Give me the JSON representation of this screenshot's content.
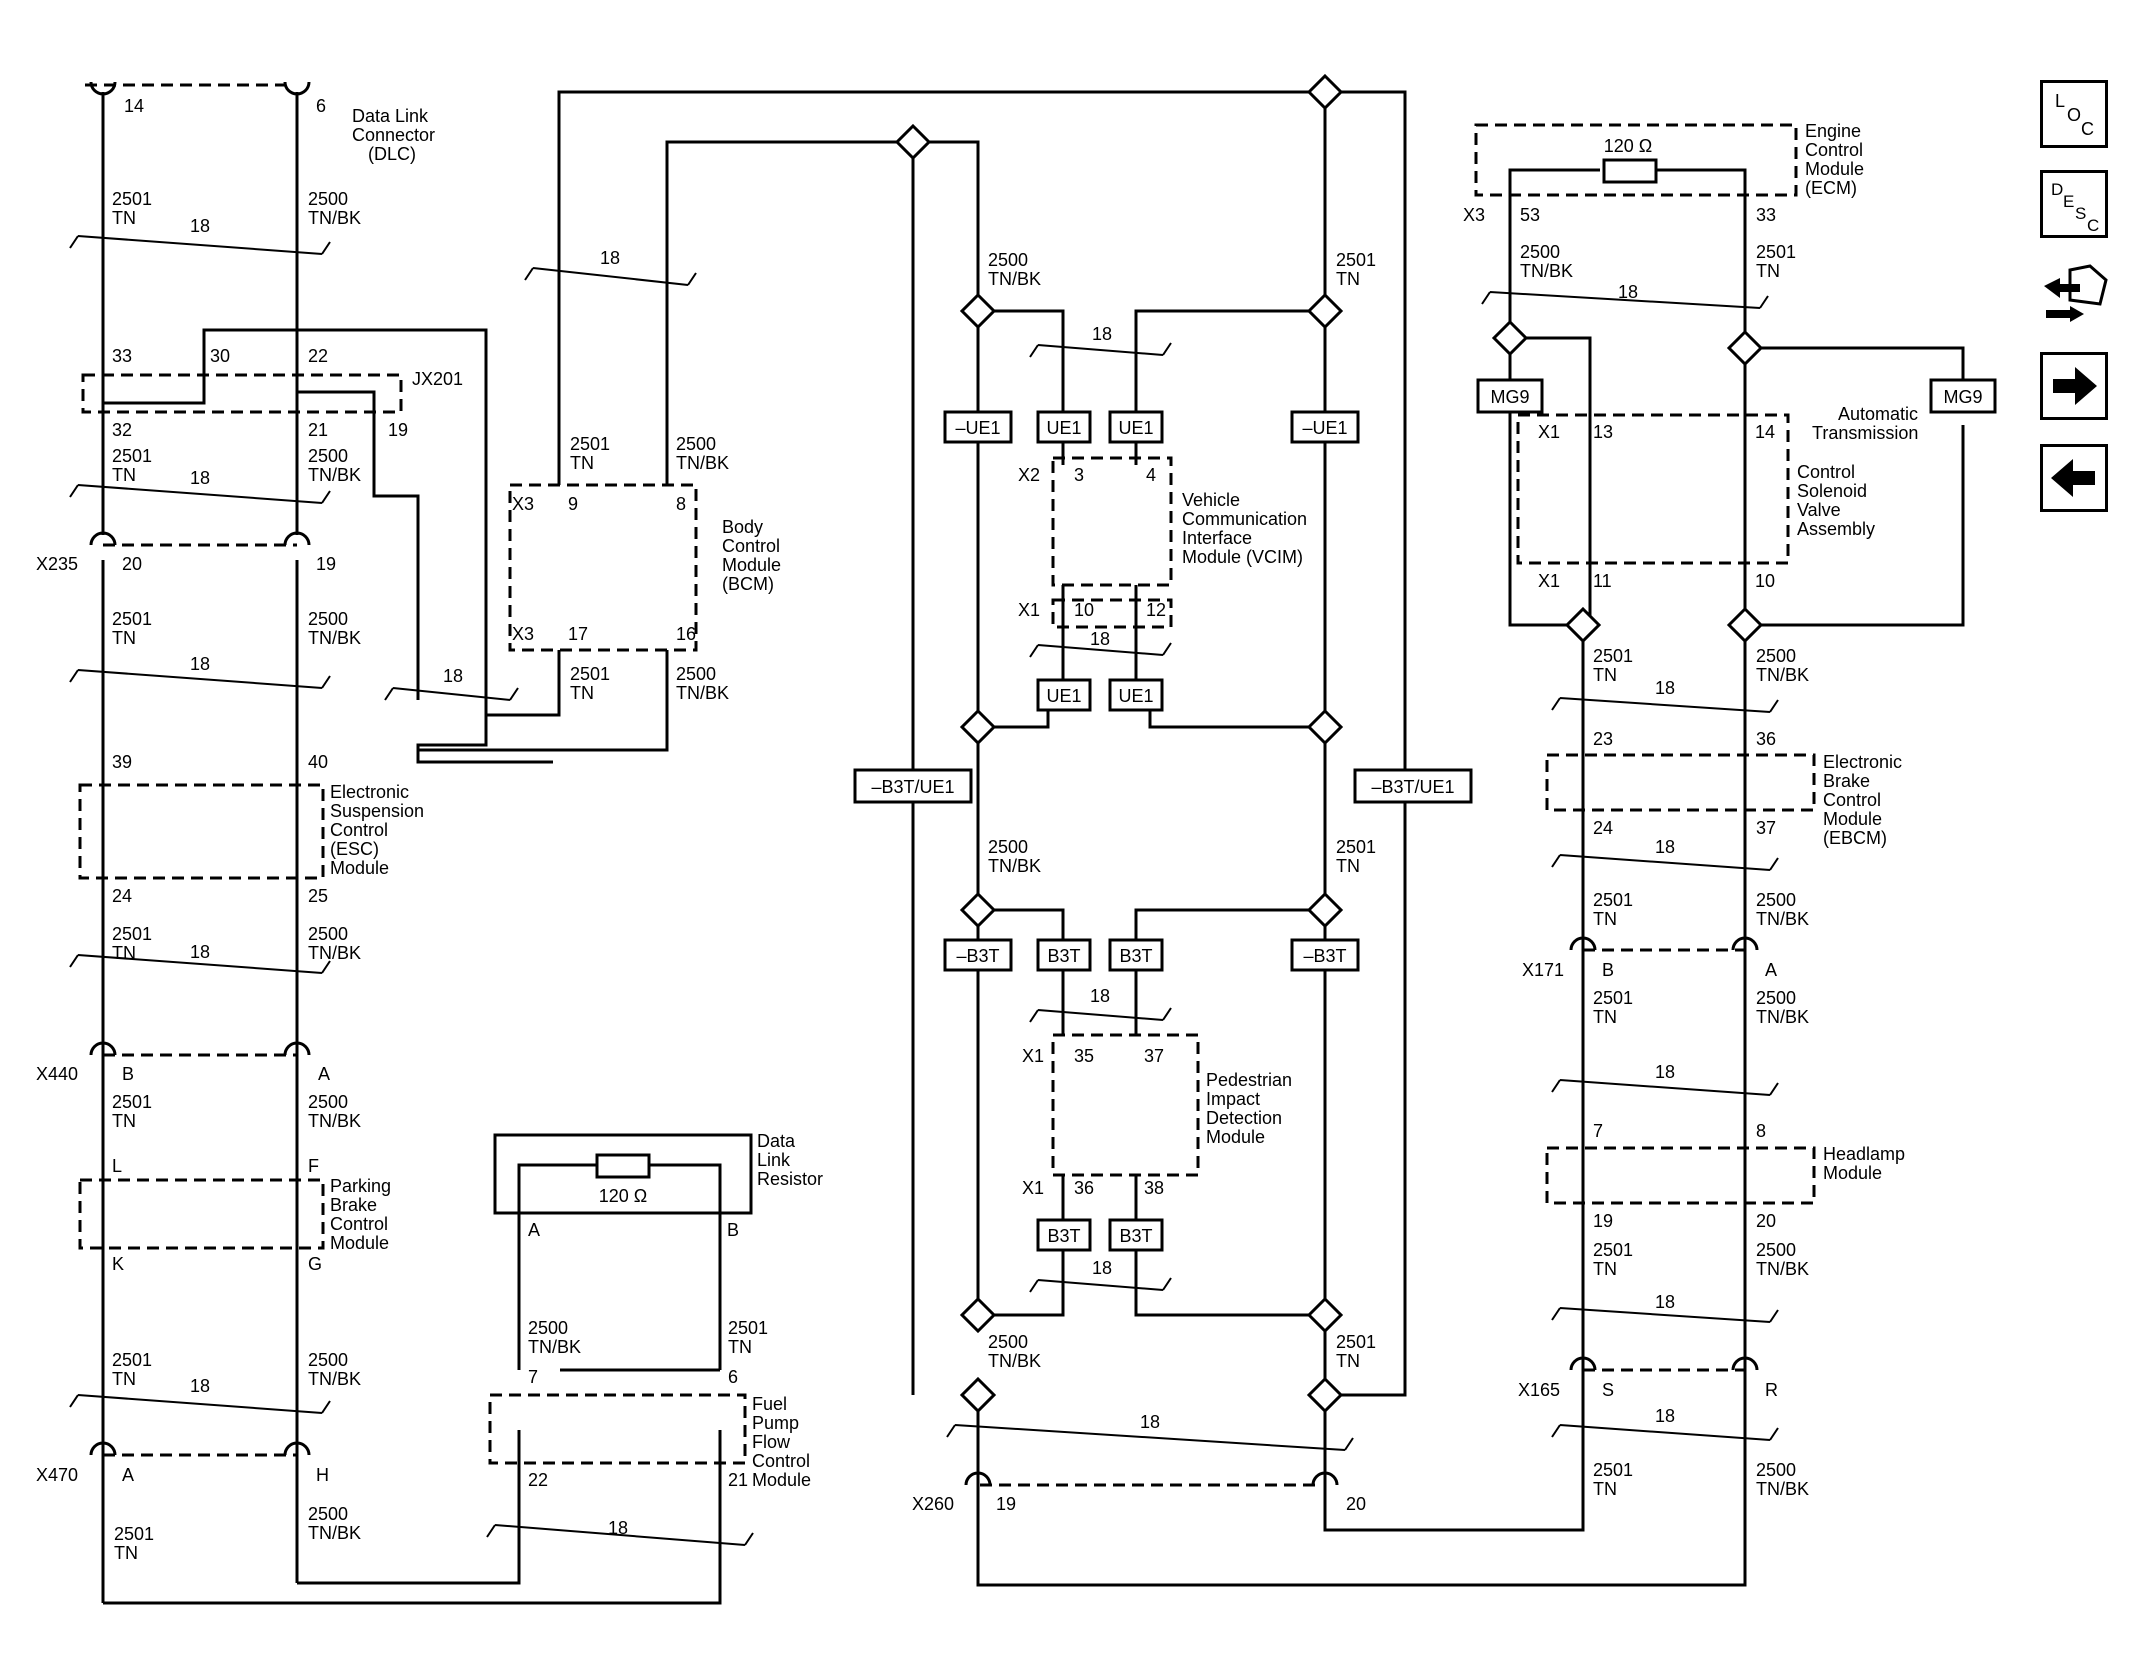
{
  "nav": {
    "loc": {
      "l1": "L",
      "l2": "O",
      "l3": "C"
    },
    "desc": {
      "l1": "D",
      "l2": "E",
      "l3": "S",
      "l4": "C"
    }
  },
  "modules": {
    "dlc": [
      "Data Link",
      "Connector",
      "(DLC)"
    ],
    "esc": [
      "Electronic",
      "Suspension",
      "Control",
      "(ESC)",
      "Module"
    ],
    "pbcm": [
      "Parking",
      "Brake",
      "Control",
      "Module"
    ],
    "bcm": [
      "Body",
      "Control",
      "Module",
      "(BCM)"
    ],
    "resistor": [
      "Data",
      "Link",
      "Resistor"
    ],
    "fuel": [
      "Fuel",
      "Pump",
      "Flow",
      "Control",
      "Module"
    ],
    "vcim": [
      "Vehicle",
      "Communication",
      "Interface",
      "Module (VCIM)"
    ],
    "pidm": [
      "Pedestrian",
      "Impact",
      "Detection",
      "Module"
    ],
    "ecm": [
      "Engine",
      "Control",
      "Module",
      "(ECM)"
    ],
    "trans": [
      "Automatic",
      "Transmission"
    ],
    "valve": [
      "Control",
      "Solenoid",
      "Valve",
      "Assembly"
    ],
    "ebcm": [
      "Electronic",
      "Brake",
      "Control",
      "Module",
      "(EBCM)"
    ],
    "headlamp": [
      "Headlamp",
      "Module"
    ]
  },
  "connectors": {
    "jx201": "JX201",
    "x235": "X235",
    "x440": "X440",
    "x470": "X470",
    "x260": "X260",
    "x171": "X171",
    "x165": "X165",
    "x3": "X3",
    "x2": "X2",
    "x1": "X1"
  },
  "resistance": "120 Ω",
  "circuits": {
    "c2501": "2501",
    "c2500": "2500",
    "tn": "TN",
    "tnbk": "TN/BK",
    "gauge": "18"
  },
  "options": {
    "ue1": "UE1",
    "not_ue1": "–UE1",
    "b3t": "B3T",
    "not_b3t": "–B3T",
    "not_b3t_ue1": "–B3T/UE1",
    "mg9": "MG9"
  },
  "pins": {
    "p14": "14",
    "p6": "6",
    "p33": "33",
    "p30": "30",
    "p22": "22",
    "p32": "32",
    "p21": "21",
    "p19": "19",
    "p20": "20",
    "p39": "39",
    "p40": "40",
    "p24": "24",
    "p25": "25",
    "pB": "B",
    "pA": "A",
    "pL": "L",
    "pF": "F",
    "pK": "K",
    "pG": "G",
    "pH": "H",
    "p9": "9",
    "p8": "8",
    "p17": "17",
    "p16": "16",
    "p7": "7",
    "p3": "3",
    "p4": "4",
    "p10": "10",
    "p12": "12",
    "p35": "35",
    "p37": "37",
    "p36": "36",
    "p38": "38",
    "p53": "53",
    "p13": "13",
    "p11": "11",
    "p23": "23",
    "p37b": "37",
    "pS": "S",
    "pR": "R"
  }
}
